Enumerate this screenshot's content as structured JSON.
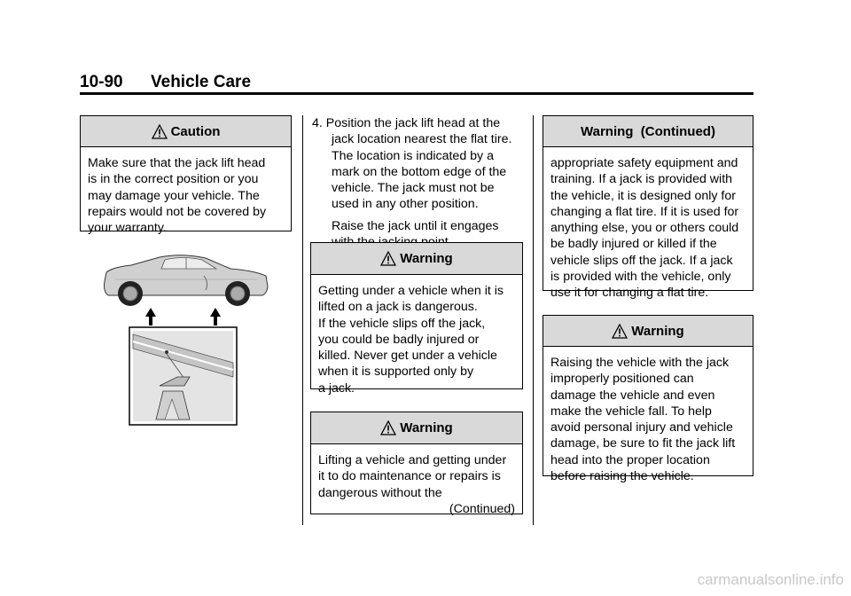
{
  "header": {
    "page_number": "10-90",
    "section_title": "Vehicle Care"
  },
  "caution_box": {
    "title": "Caution",
    "lines": [
      "Make sure that the jack lift head",
      "is in the correct position or you",
      "may damage your vehicle. The",
      "repairs would not be covered by",
      "your warranty."
    ]
  },
  "step4": {
    "lines": [
      "4.  Position the jack lift head at the",
      "jack location nearest the flat tire.",
      "The location is indicated by a",
      "mark on the bottom edge of the",
      "vehicle. The jack must not be",
      "used in any other position."
    ],
    "followup_lines": [
      "Raise the jack until it engages",
      "with the jacking point."
    ]
  },
  "warning1": {
    "title": "Warning",
    "lines": [
      "Getting under a vehicle when it is",
      "lifted on a jack is dangerous.",
      "If the vehicle slips off the jack,",
      "you could be badly injured or",
      "killed. Never get under a vehicle",
      "when it is supported only by",
      "a jack."
    ]
  },
  "warning2": {
    "title": "Warning",
    "lines": [
      "Lifting a vehicle and getting under",
      "it to do maintenance or repairs is",
      "dangerous without the"
    ],
    "continued": "(Continued)"
  },
  "warning_continued": {
    "title": "Warning  (Continued)",
    "lines": [
      "appropriate safety equipment and",
      "training. If a jack is provided with",
      "the vehicle, it is designed only for",
      "changing a flat tire. If it is used for",
      "anything else, you or others could",
      "be badly injured or killed if the",
      "vehicle slips off the jack. If a jack",
      "is provided with the vehicle, only",
      "use it for changing a flat tire."
    ]
  },
  "warning3": {
    "title": "Warning",
    "lines": [
      "Raising the vehicle with the jack",
      "improperly positioned can",
      "damage the vehicle and even",
      "make the vehicle fall. To help",
      "avoid personal injury and vehicle",
      "damage, be sure to fit the jack lift",
      "head into the proper location",
      "before raising the vehicle."
    ]
  },
  "footer": {
    "watermark": "carmanualsonline.info"
  },
  "icons": {
    "caution": "warning-triangle-icon",
    "jack_arrows": "up-arrow-icon"
  }
}
